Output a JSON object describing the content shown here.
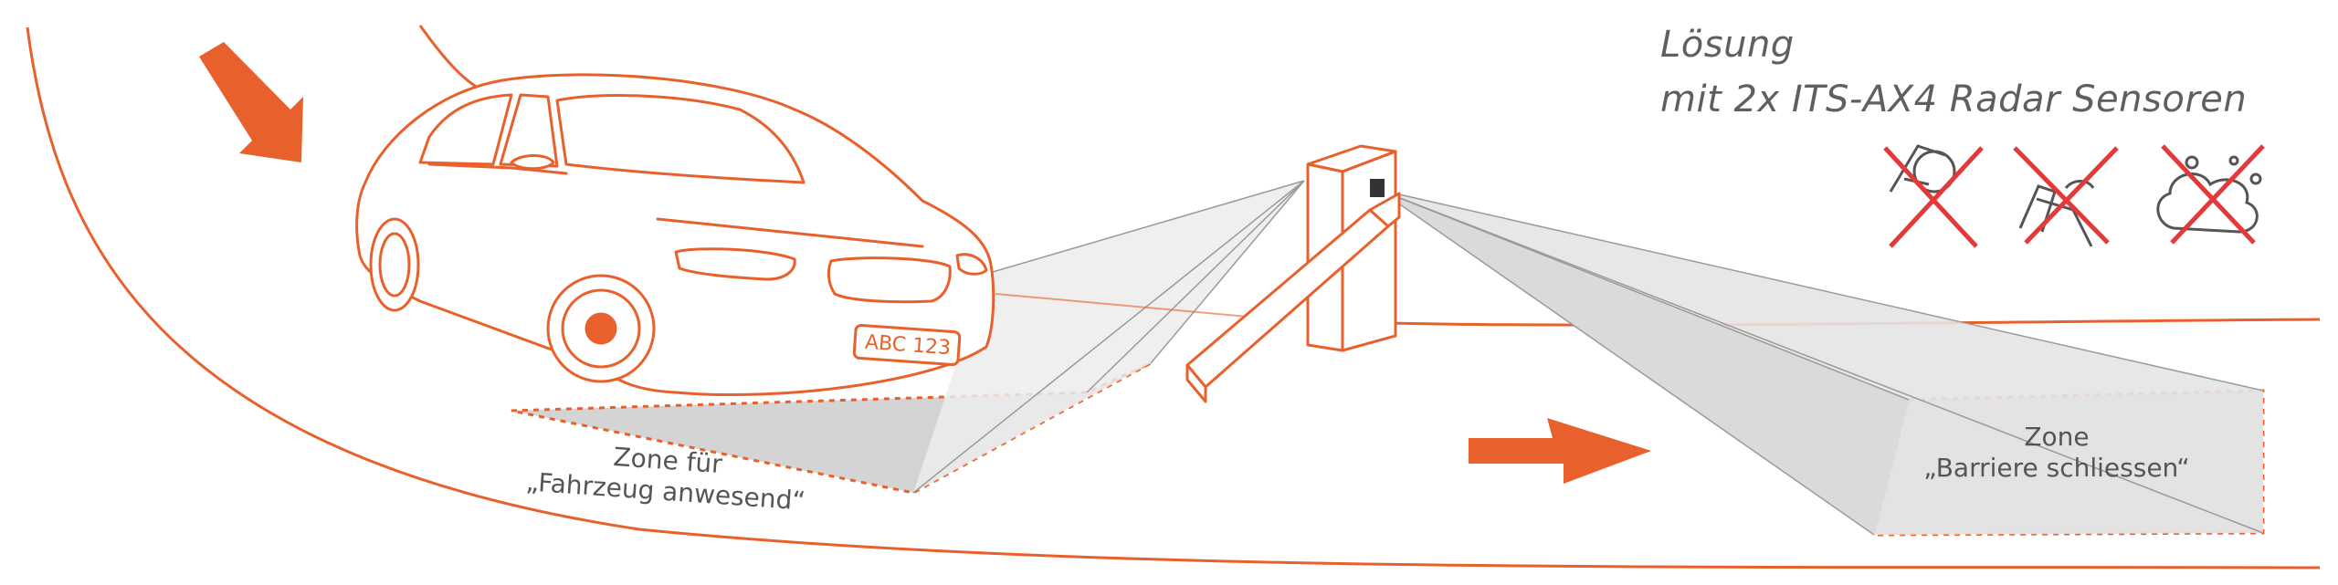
{
  "title": {
    "line1": "Lösung",
    "line2": "mit 2x ITS-AX4 Radar Sensoren"
  },
  "car": {
    "plate": "ABC 123"
  },
  "zones": {
    "vehicle_present": {
      "line1": "Zone für",
      "line2": "„Fahrzeug anwesend“"
    },
    "close_barrier": {
      "line1": "Zone",
      "line2": "„Barriere schliessen“"
    }
  },
  "icons": [
    "crossed-out-road-works-icon",
    "crossed-out-weather-icon",
    "crossed-out-dirt-icon"
  ],
  "colors": {
    "accent": "#e8612c",
    "zone_fill": "#d4d4d4",
    "beam": "#e6e6e6",
    "beam_line": "#9a9a9a",
    "cross": "#e23a3a",
    "text": "#5f5f5f"
  }
}
